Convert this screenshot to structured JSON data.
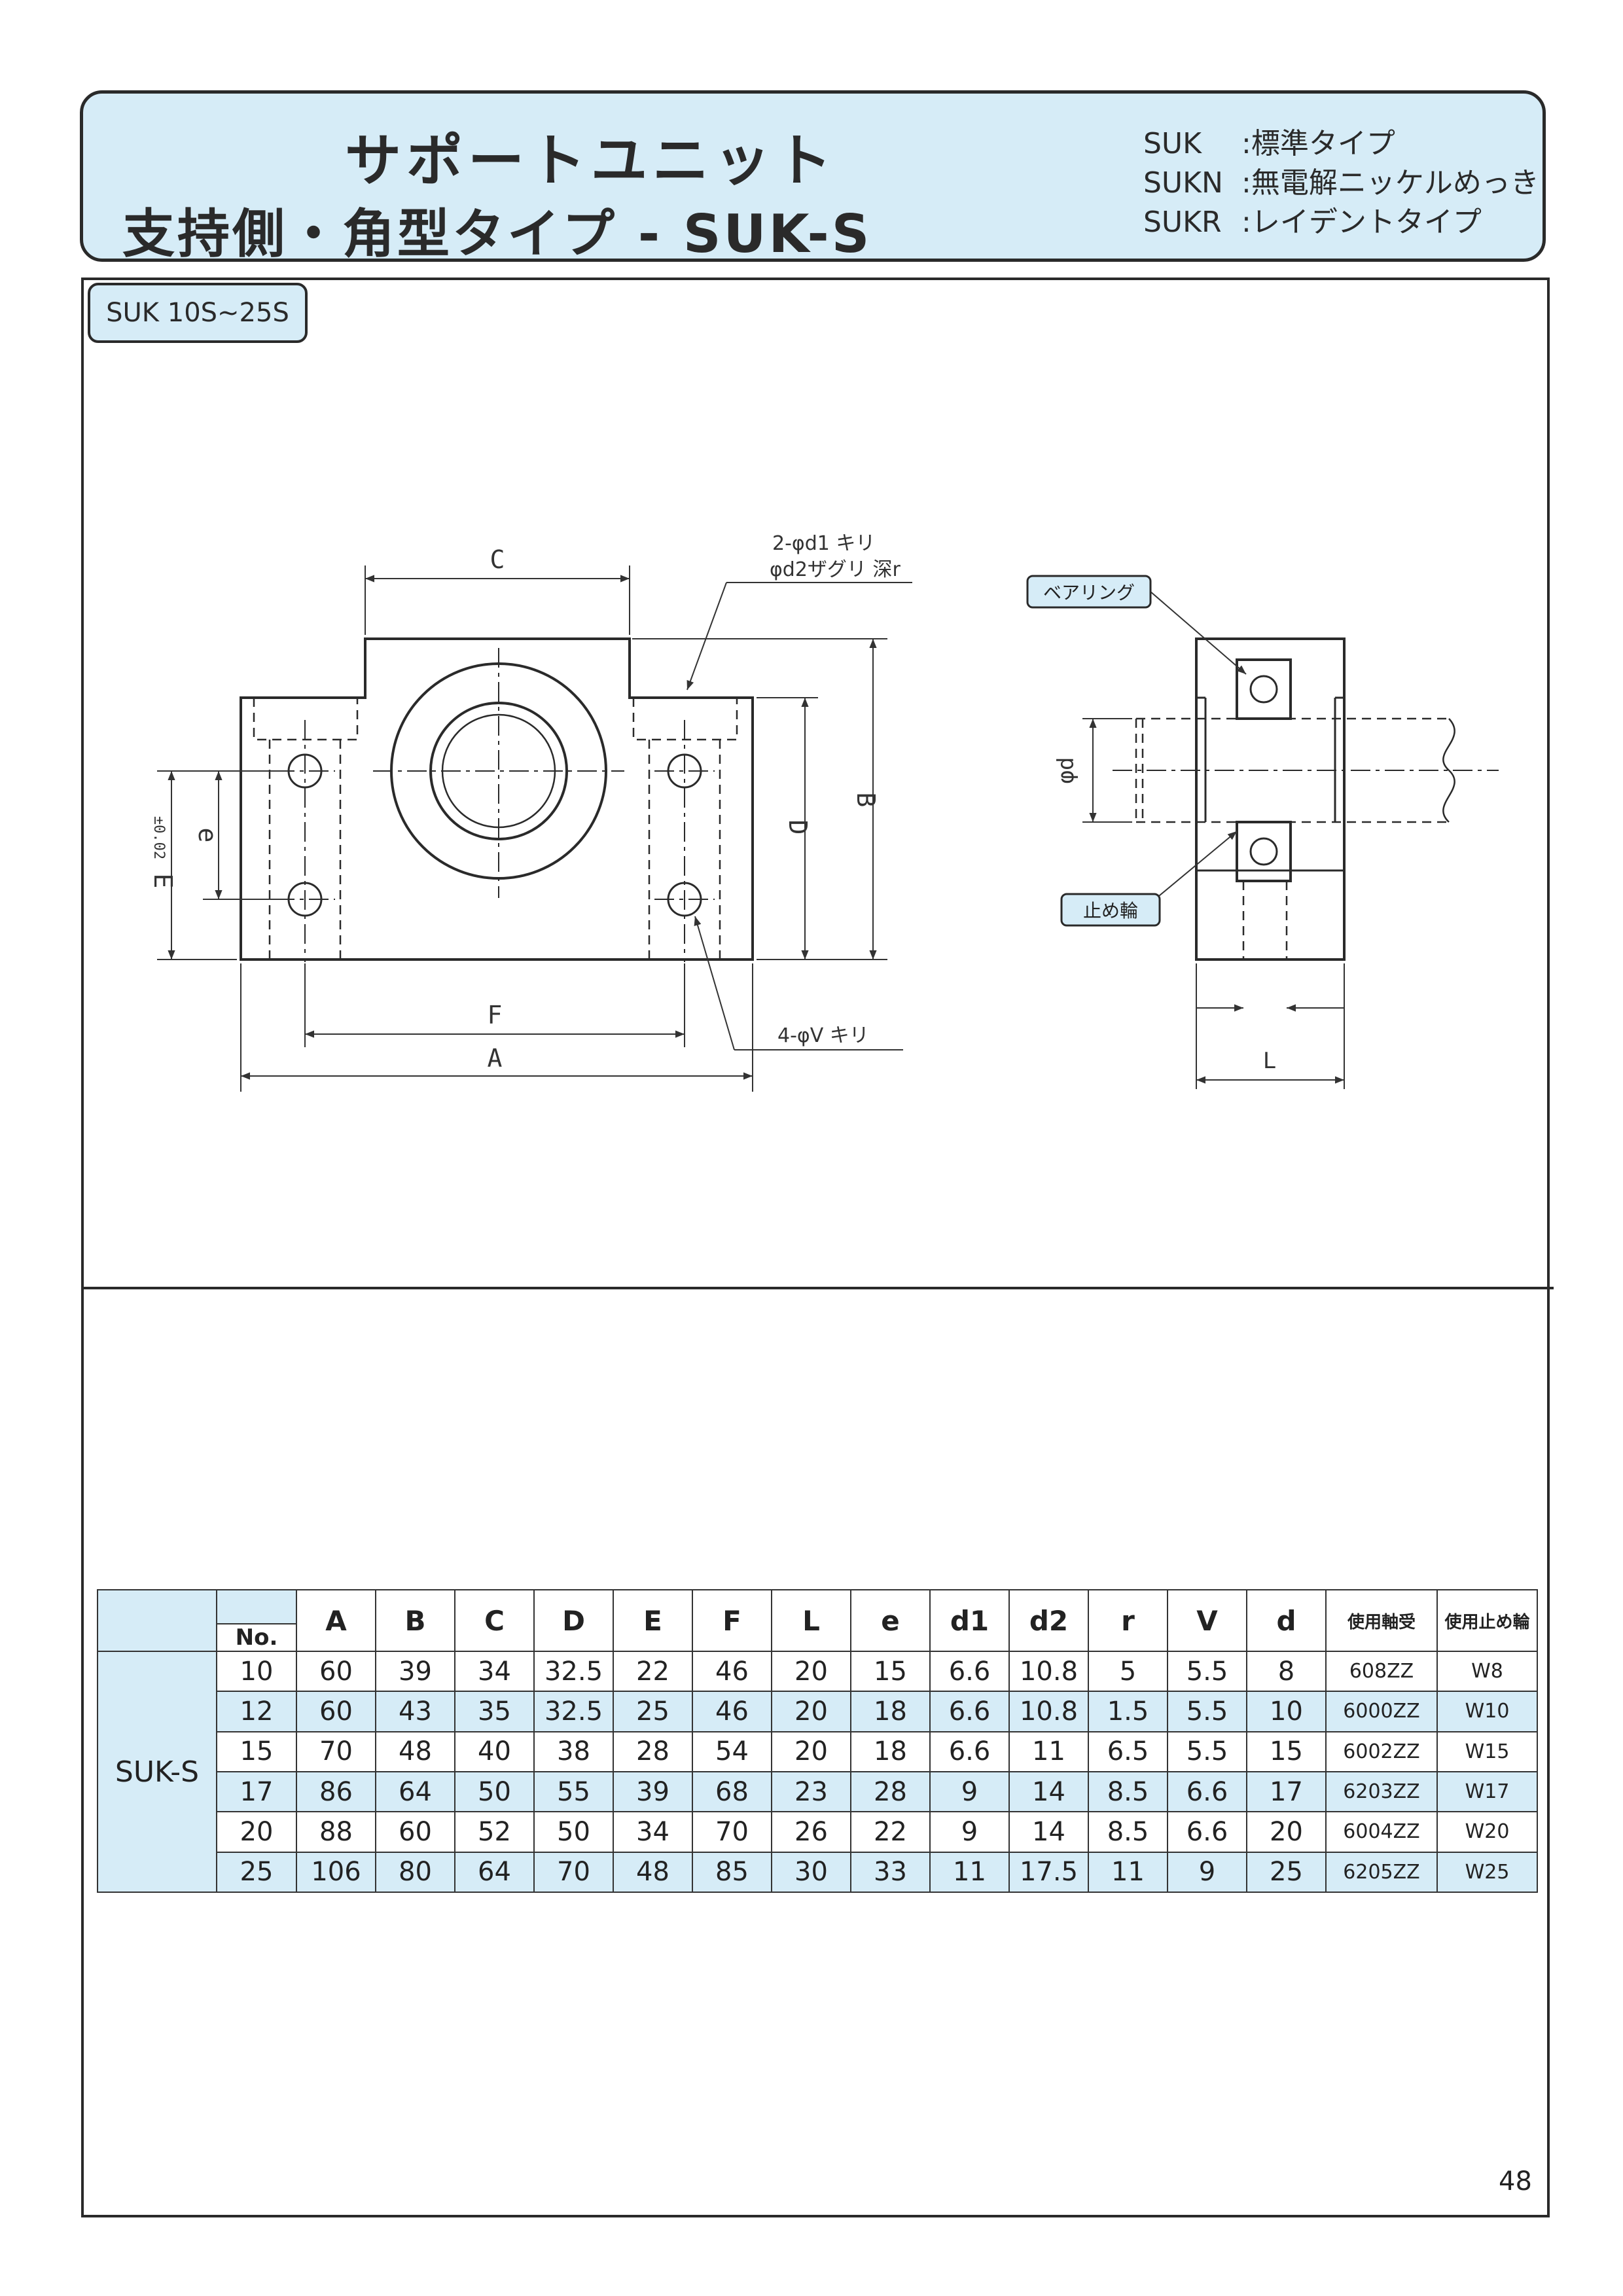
{
  "header": {
    "title_line1": "サポートユニット",
    "title_line2": "支持側・角型タイプ - SUK-S",
    "variants": [
      {
        "code": "SUK",
        "desc": ":標準タイプ"
      },
      {
        "code": "SUKN",
        "desc": ":無電解ニッケルめっき"
      },
      {
        "code": "SUKR",
        "desc": ":レイデントタイプ"
      }
    ]
  },
  "range_label": "SUK 10S~25S",
  "drawing": {
    "dim_C": "C",
    "dim_B": "B",
    "dim_D": "D",
    "dim_e": "e",
    "dim_E": "E",
    "dim_E_tol": "±0.02",
    "dim_F": "F",
    "dim_A": "A",
    "dim_L": "L",
    "dim_d": "φd",
    "note_holes_1": "2-φd1 キリ",
    "note_holes_2": "φd2ザグリ 深r",
    "note_mount": "4-φV キリ",
    "callout_bearing": "ベアリング",
    "callout_ring": "止め輪"
  },
  "table": {
    "series": "SUK-S",
    "no_label": "No.",
    "columns": [
      "A",
      "B",
      "C",
      "D",
      "E",
      "F",
      "L",
      "e",
      "d1",
      "d2",
      "r",
      "V",
      "d",
      "使用軸受",
      "使用止め輪"
    ],
    "rows": [
      [
        "10",
        "60",
        "39",
        "34",
        "32.5",
        "22",
        "46",
        "20",
        "15",
        "6.6",
        "10.8",
        "5",
        "5.5",
        "8",
        "608ZZ",
        "W8"
      ],
      [
        "12",
        "60",
        "43",
        "35",
        "32.5",
        "25",
        "46",
        "20",
        "18",
        "6.6",
        "10.8",
        "1.5",
        "5.5",
        "10",
        "6000ZZ",
        "W10"
      ],
      [
        "15",
        "70",
        "48",
        "40",
        "38",
        "28",
        "54",
        "20",
        "18",
        "6.6",
        "11",
        "6.5",
        "5.5",
        "15",
        "6002ZZ",
        "W15"
      ],
      [
        "17",
        "86",
        "64",
        "50",
        "55",
        "39",
        "68",
        "23",
        "28",
        "9",
        "14",
        "8.5",
        "6.6",
        "17",
        "6203ZZ",
        "W17"
      ],
      [
        "20",
        "88",
        "60",
        "52",
        "50",
        "34",
        "70",
        "26",
        "22",
        "9",
        "14",
        "8.5",
        "6.6",
        "20",
        "6004ZZ",
        "W20"
      ],
      [
        "25",
        "106",
        "80",
        "64",
        "70",
        "48",
        "85",
        "30",
        "33",
        "11",
        "17.5",
        "11",
        "9",
        "25",
        "6205ZZ",
        "W25"
      ]
    ]
  },
  "page_number": "48",
  "colors": {
    "accent_fill": "#d6ecf7",
    "line": "#2a2a2a"
  }
}
